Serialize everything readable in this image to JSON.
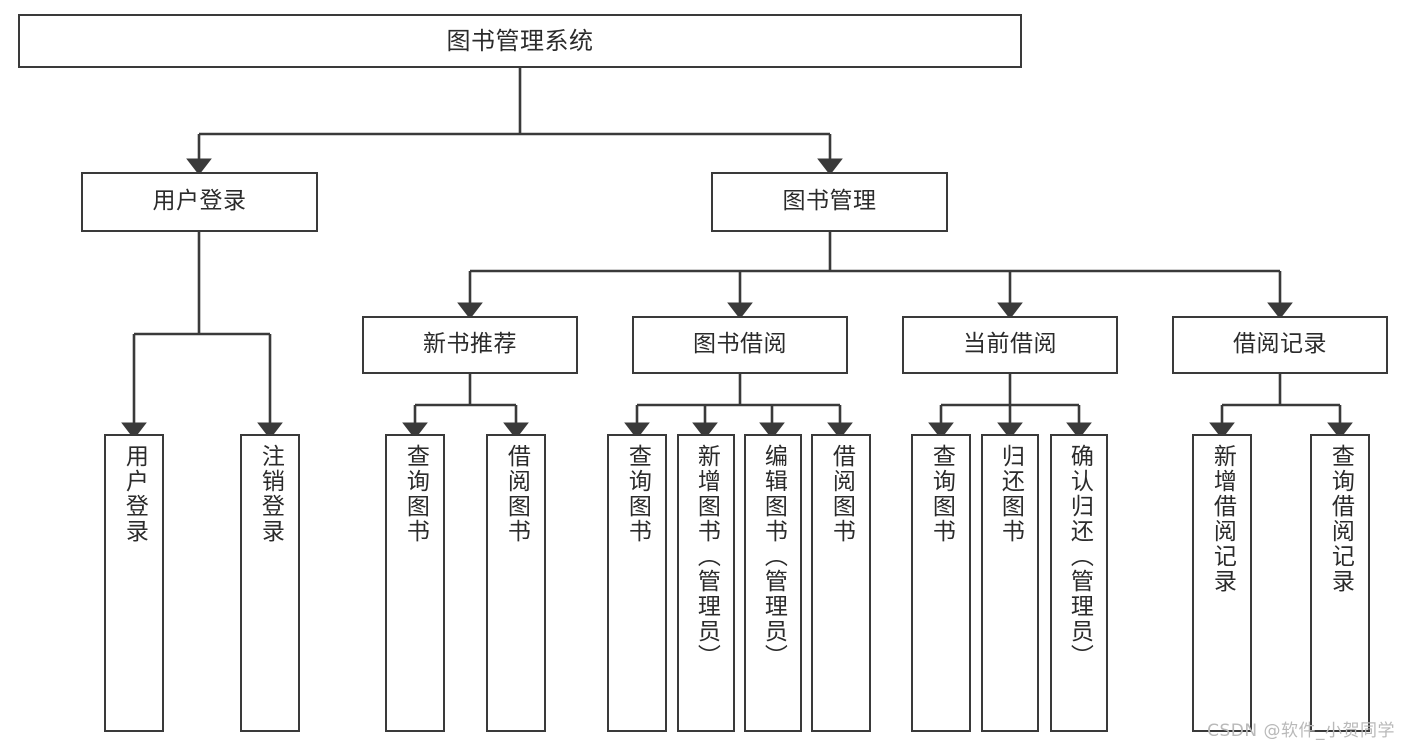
{
  "diagram": {
    "title": "图书管理系统",
    "type": "tree-hierarchy-chart",
    "root": {
      "label": "图书管理系统"
    },
    "level2": [
      {
        "label": "用户登录"
      },
      {
        "label": "图书管理"
      }
    ],
    "level3": [
      {
        "label": "新书推荐"
      },
      {
        "label": "图书借阅"
      },
      {
        "label": "当前借阅"
      },
      {
        "label": "借阅记录"
      }
    ],
    "leaves": {
      "user_login": [
        {
          "label": "用户登录"
        },
        {
          "label": "注销登录"
        }
      ],
      "new_book_recommend": [
        {
          "label": "查询图书"
        },
        {
          "label": "借阅图书"
        }
      ],
      "book_borrow": [
        {
          "label": "查询图书"
        },
        {
          "label": "新增图书（管理员）"
        },
        {
          "label": "编辑图书（管理员）"
        },
        {
          "label": "借阅图书"
        }
      ],
      "current_borrow": [
        {
          "label": "查询图书"
        },
        {
          "label": "归还图书"
        },
        {
          "label": "确认归还（管理员）"
        }
      ],
      "borrow_record": [
        {
          "label": "新增借阅记录"
        },
        {
          "label": "查询借阅记录"
        }
      ]
    }
  },
  "watermark": {
    "text": "CSDN @软件_小贺同学"
  },
  "colors": {
    "box_border": "#3a3a3a",
    "box_fill": "#ffffff",
    "connector": "#3a3a3a",
    "text": "#2b2b2b",
    "watermark": "#b9b9b9"
  }
}
